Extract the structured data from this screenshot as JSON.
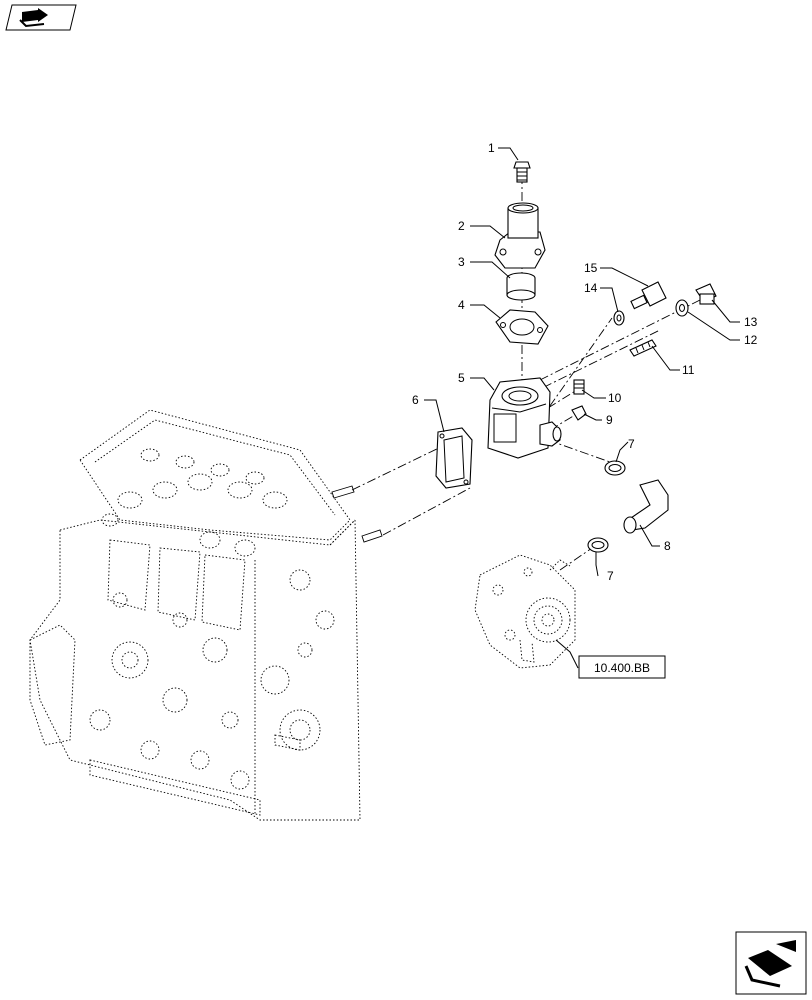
{
  "nav": {
    "top_left_icon": "book-arrow-icon",
    "bottom_right_icon": "book-arrow-return-icon"
  },
  "callouts": [
    "1",
    "2",
    "3",
    "4",
    "5",
    "6",
    "7",
    "8",
    "7",
    "9",
    "10",
    "11",
    "12",
    "13",
    "14",
    "15"
  ],
  "reference": {
    "label": "10.400.BB"
  }
}
